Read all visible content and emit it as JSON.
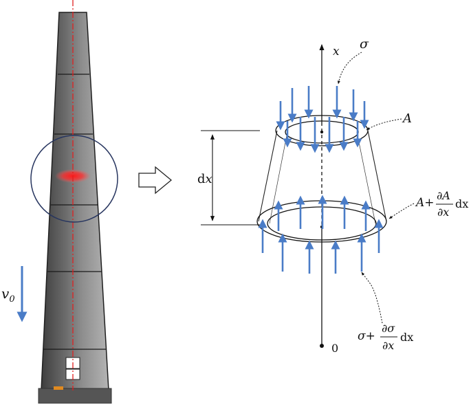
{
  "figure": {
    "labels": {
      "velocity_symbol": "v",
      "velocity_subscript": "0",
      "axis_x": "x",
      "origin": "0",
      "sigma_top": "σ",
      "area_top": "A",
      "dx_d": "d",
      "dx_x": "x",
      "area_bottom_prefix": "A+",
      "area_bottom_numerator": "∂A",
      "area_bottom_denominator": "∂x",
      "area_bottom_suffix": "dx",
      "sigma_bottom_prefix": "σ+",
      "sigma_bottom_numerator": "∂σ",
      "sigma_bottom_denominator": "∂x",
      "sigma_bottom_suffix": "dx"
    },
    "colors": {
      "arrow_blue": "#4a7cc7",
      "centerline_red": "#e0201f",
      "chimney_gray": "#5a5a5a",
      "circle_navy": "#27355f"
    }
  }
}
